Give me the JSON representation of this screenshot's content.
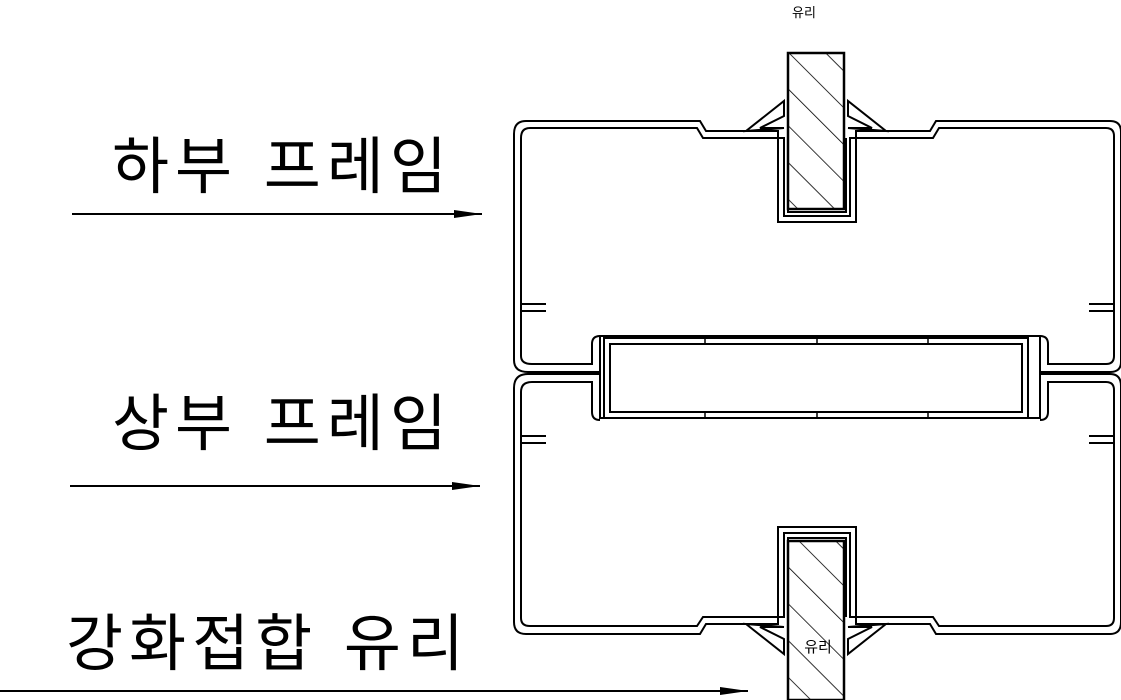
{
  "labels": {
    "lower_frame": "하부 프레임",
    "upper_frame": "상부 프레임",
    "laminated_glass": "강화접합 유리",
    "glass_top": "유리",
    "glass_bottom": "유리"
  },
  "colors": {
    "line": "#000000",
    "background": "#ffffff"
  }
}
